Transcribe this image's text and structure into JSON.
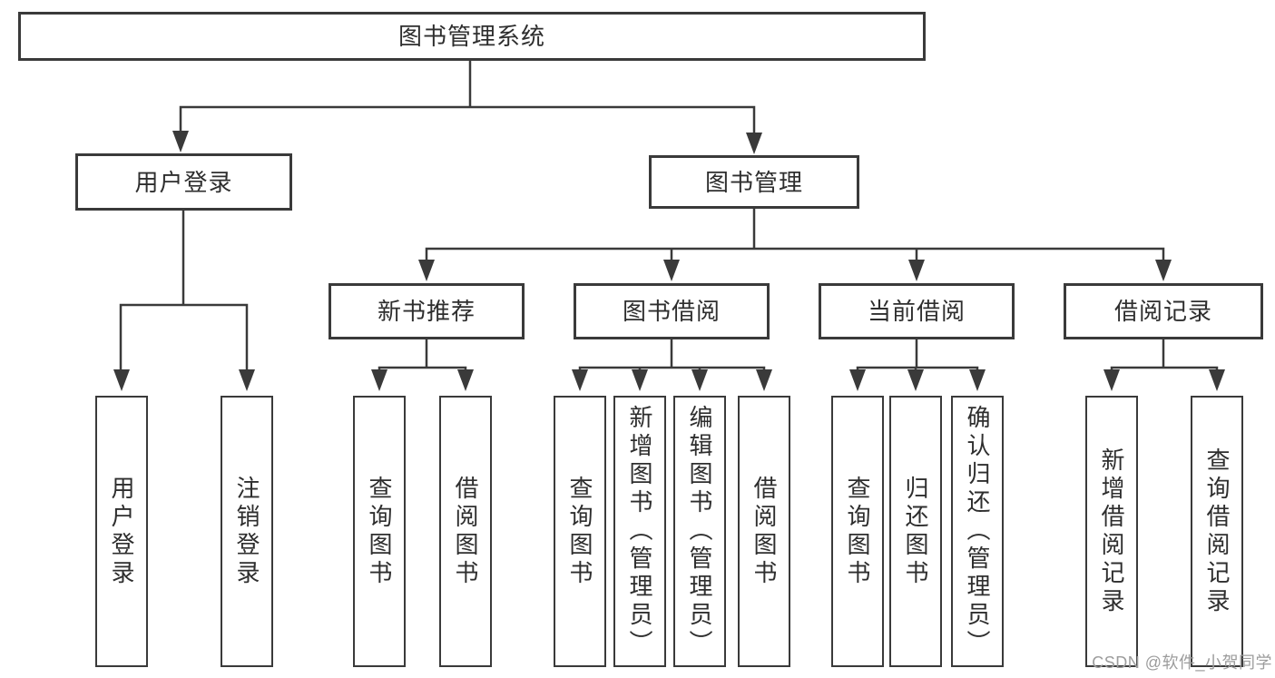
{
  "tree": {
    "root": {
      "label": "图书管理系统",
      "children": [
        {
          "label": "用户登录",
          "children": [
            {
              "label": "用户登录"
            },
            {
              "label": "注销登录"
            }
          ]
        },
        {
          "label": "图书管理",
          "children": [
            {
              "label": "新书推荐",
              "children": [
                {
                  "label": "查询图书"
                },
                {
                  "label": "借阅图书"
                }
              ]
            },
            {
              "label": "图书借阅",
              "children": [
                {
                  "label": "查询图书"
                },
                {
                  "label": "新增图书（管理员）"
                },
                {
                  "label": "编辑图书（管理员）"
                },
                {
                  "label": "借阅图书"
                }
              ]
            },
            {
              "label": "当前借阅",
              "children": [
                {
                  "label": "查询图书"
                },
                {
                  "label": "归还图书"
                },
                {
                  "label": "确认归还（管理员）"
                }
              ]
            },
            {
              "label": "借阅记录",
              "children": [
                {
                  "label": "新增借阅记录"
                },
                {
                  "label": "查询借阅记录"
                }
              ]
            }
          ]
        }
      ]
    }
  },
  "watermark": {
    "text": "CSDN @软件_小贺同学"
  },
  "colors": {
    "line": "#3a3a3a",
    "box_border": "#3a3a3a",
    "text": "#2e2e2e",
    "watermark": "#9c9c9c",
    "background": "#ffffff"
  }
}
